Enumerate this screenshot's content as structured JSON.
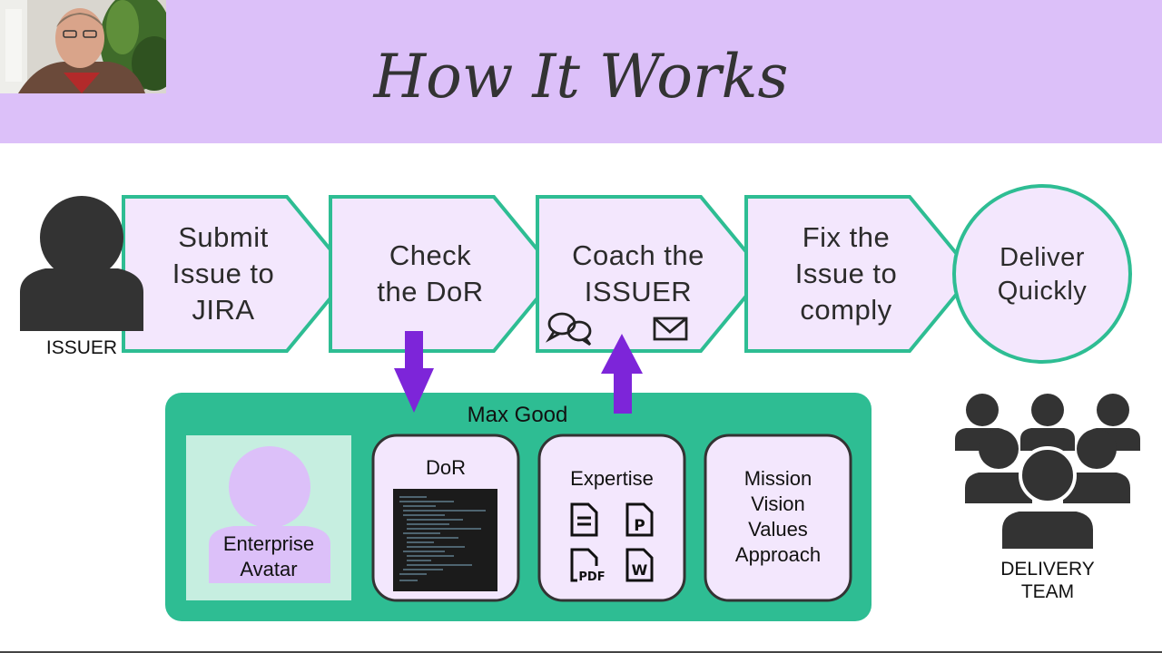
{
  "slide": {
    "title": "How It Works"
  },
  "issuer": {
    "label": "ISSUER"
  },
  "steps": [
    {
      "lines": [
        "Submit",
        "Issue to",
        "JIRA"
      ]
    },
    {
      "lines": [
        "Check",
        "the DoR"
      ]
    },
    {
      "lines": [
        "Coach the",
        "ISSUER"
      ]
    },
    {
      "lines": [
        "Fix the",
        "Issue to",
        "comply"
      ]
    }
  ],
  "deliver": {
    "lines": [
      "Deliver",
      "Quickly"
    ]
  },
  "coach_icons": [
    "chat-bubbles-icon",
    "envelope-icon"
  ],
  "max_good": {
    "title": "Max Good",
    "avatar": {
      "lines": [
        "Enterprise",
        "Avatar"
      ]
    },
    "dor": {
      "title": "DoR"
    },
    "expertise": {
      "title": "Expertise",
      "icons": [
        "document-icon",
        "ppt-file-icon",
        "pdf-file-icon",
        "word-file-icon"
      ]
    },
    "mvva": {
      "lines": [
        "Mission",
        "Vision",
        "Values",
        "Approach"
      ]
    }
  },
  "delivery_team": {
    "lines": [
      "DELIVERY",
      "TEAM"
    ]
  },
  "colors": {
    "banner": "#dcc0f9",
    "step_fill": "#f3e7fd",
    "teal": "#2ebd93",
    "arrow_purple": "#7d25d9",
    "person_dark": "#333333",
    "avatar_panel": "#c6eee0",
    "avatar_person": "#dcc0f9"
  }
}
